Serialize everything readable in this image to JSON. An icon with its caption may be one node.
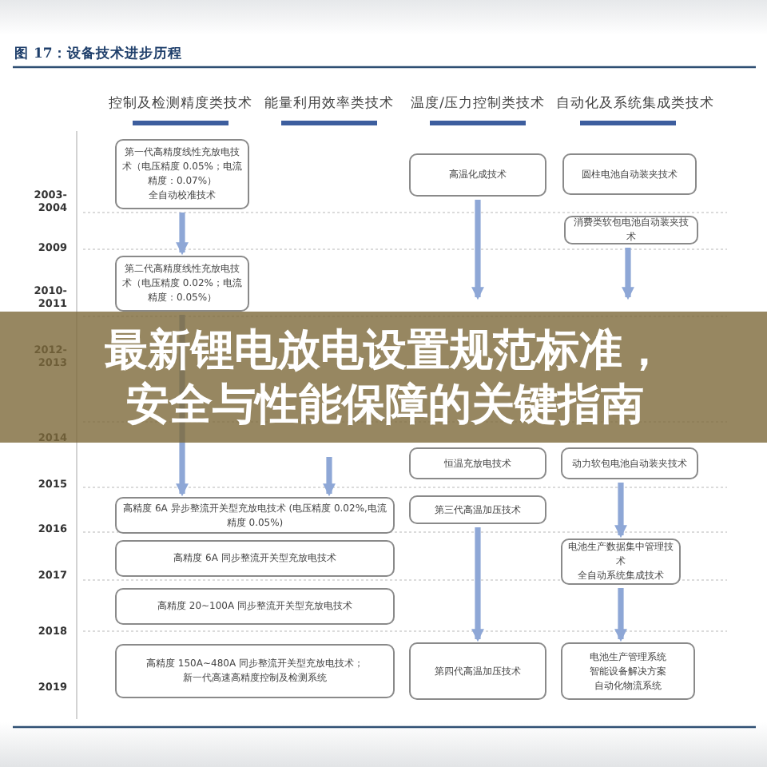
{
  "diagram": {
    "title": "图 17：设备技术进步历程",
    "nodes": [
      {
        "text": [
          "第一代高精度线性充放电技术（电压精度 0.05%；电流精度：0.07%）",
          "全自动校准技术"
        ]
      },
      {
        "text": [
          "第二代高精度线性充放电技术（电压精度 0.02%；电流精度：0.05%）"
        ]
      },
      {
        "text": [
          "高精度 6A 异步整流开关型充放电技术 (电压精度 0.02%,电流精度 0.05%)"
        ]
      },
      {
        "text": [
          "高精度 6A 同步整流开关型充放电技术"
        ]
      },
      {
        "text": [
          "高精度 20~100A 同步整流开关型充放电技术"
        ]
      },
      {
        "text": [
          "高精度 150A~480A 同步整流开关型充放电技术；",
          "新一代高速高精度控制及检测系统"
        ]
      },
      {
        "text": [
          "高温化成技术"
        ]
      },
      {
        "text": [
          "恒温充放电技术"
        ]
      },
      {
        "text": [
          "第三代高温加压技术"
        ]
      },
      {
        "text": [
          "第四代高温加压技术"
        ]
      },
      {
        "text": [
          "圆柱电池自动装夹技术"
        ]
      },
      {
        "text": [
          "消费类软包电池自动装夹技术"
        ]
      },
      {
        "text": [
          "动力软包电池自动装夹技术"
        ]
      },
      {
        "text": [
          "电池生产数据集中管理技术",
          "全自动系统集成技术"
        ]
      },
      {
        "text": [
          "电池生产管理系统",
          "智能设备解决方案",
          "自动化物流系统"
        ]
      }
    ],
    "edges": [
      {
        "from": 0,
        "to": 1,
        "arrow": "to"
      },
      {
        "from": 1,
        "to": 2,
        "arrow": "to"
      },
      {
        "from": null,
        "to": 2,
        "arrow": "to"
      },
      {
        "from": 6,
        "to": null,
        "arrow": "to"
      },
      {
        "from": 8,
        "to": 9,
        "arrow": "to"
      },
      {
        "from": 11,
        "to": null,
        "arrow": "to"
      },
      {
        "from": 12,
        "to": 13,
        "arrow": "to"
      },
      {
        "from": 13,
        "to": 14,
        "arrow": "to"
      }
    ],
    "labels": [
      "控制及检测精度类技术",
      "能量利用效率类技术",
      "温度/压力控制类技术",
      "自动化及系统集成类技术",
      "2003- 2004",
      "2009",
      "2010- 2011",
      "2012- 2013",
      "2014",
      "2015",
      "2016",
      "2017",
      "2018",
      "2019",
      "最新锂电放电设置规范标准，安全与性能保障的关键指南"
    ]
  }
}
